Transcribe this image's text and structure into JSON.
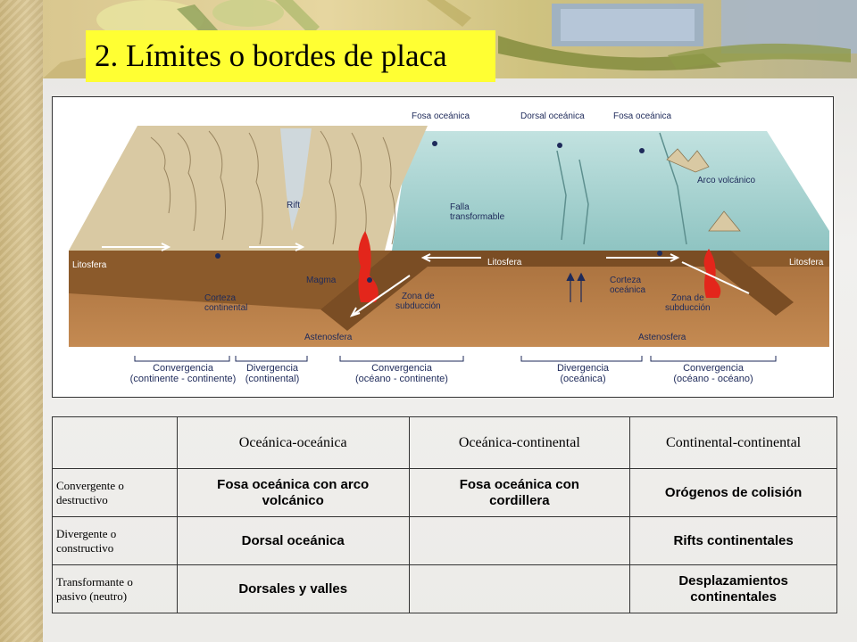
{
  "slide_title": "2. Límites o bordes de placa",
  "diagram": {
    "labels": {
      "fosa_oceanica_1": "Fosa oceánica",
      "dorsal_oceanica": "Dorsal oceánica",
      "fosa_oceanica_2": "Fosa oceánica",
      "arco_volcanico": "Arco volcánico",
      "rift": "Rift",
      "falla_transformable": [
        "Falla",
        "transformable"
      ],
      "litosfera_left": "Litosfera",
      "litosfera_mid": "Litosfera",
      "litosfera_right": "Litosfera",
      "magma": "Magma",
      "corteza_continental": [
        "Corteza",
        "continental"
      ],
      "zona_subduccion_1": [
        "Zona de",
        "subducción"
      ],
      "corteza_oceanica": [
        "Corteza",
        "oceánica"
      ],
      "zona_subduccion_2": [
        "Zona de",
        "subducción"
      ],
      "astenosfera_1": "Astenosfera",
      "astenosfera_2": "Astenosfera"
    },
    "categories": [
      [
        "Convergencia",
        "(continente - continente)"
      ],
      [
        "Divergencia",
        "(continental)"
      ],
      [
        "Convergencia",
        "(océano - continente)"
      ],
      [
        "Divergencia",
        "(oceánica)"
      ],
      [
        "Convergencia",
        "(océano - océano)"
      ]
    ],
    "colors": {
      "ocean": "#a9d3d2",
      "ocean_dark": "#6fa9a8",
      "continent": "#d8c8a2",
      "lithosphere": "#8b5a2b",
      "asthenosphere": "#b77a45",
      "magma": "#e3261b",
      "label_text": "#1e2a5a"
    }
  },
  "table": {
    "headers": [
      "",
      "Oceánica-oceánica",
      "Oceánica-continental",
      "Continental-continental"
    ],
    "rows": [
      {
        "label": [
          "Convergente o",
          "destructivo"
        ],
        "cells": [
          [
            "Fosa oceánica con arco",
            "volcánico"
          ],
          [
            "Fosa oceánica con",
            "cordillera"
          ],
          [
            "Orógenos de colisión"
          ]
        ]
      },
      {
        "label": [
          "Divergente o",
          "constructivo"
        ],
        "cells": [
          [
            "Dorsal oceánica"
          ],
          [
            ""
          ],
          [
            "Rifts continentales"
          ]
        ]
      },
      {
        "label": [
          "Transformante o",
          "pasivo (neutro)"
        ],
        "cells": [
          [
            "Dorsales y valles"
          ],
          [
            ""
          ],
          [
            "Desplazamientos",
            "continentales"
          ]
        ]
      }
    ]
  }
}
